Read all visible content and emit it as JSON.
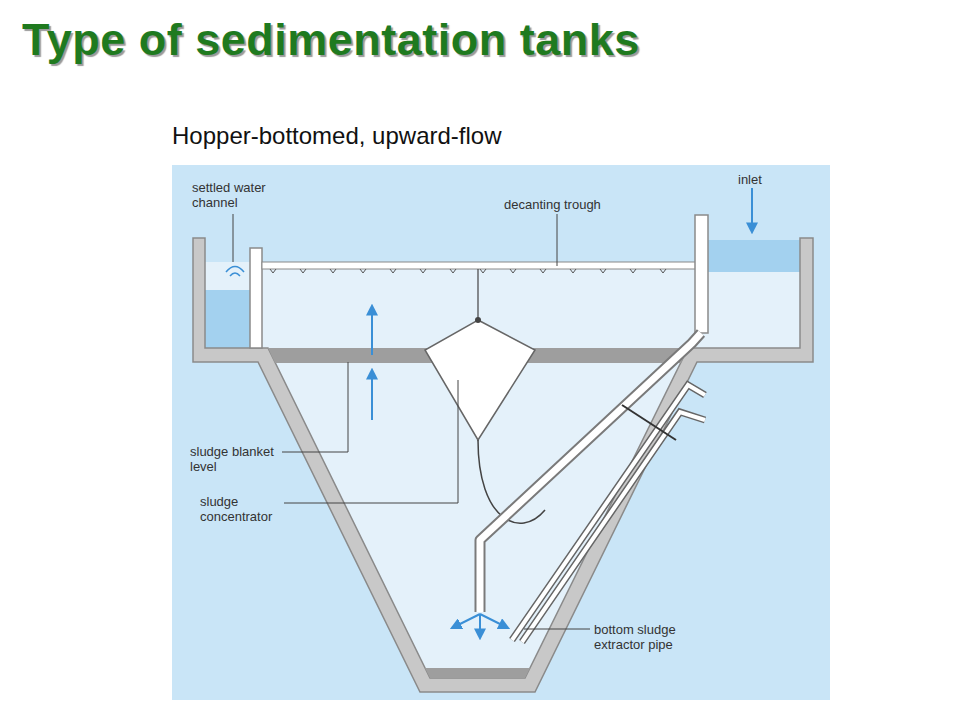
{
  "diagram": {
    "title": "Type of sedimentation tanks",
    "labels": [
      "Hopper-bottomed, upward-flow",
      "settled water channel",
      "decanting trough",
      "inlet",
      "sludge blanket level",
      "sludge concentrator",
      "bottom sludge extractor pipe"
    ]
  }
}
